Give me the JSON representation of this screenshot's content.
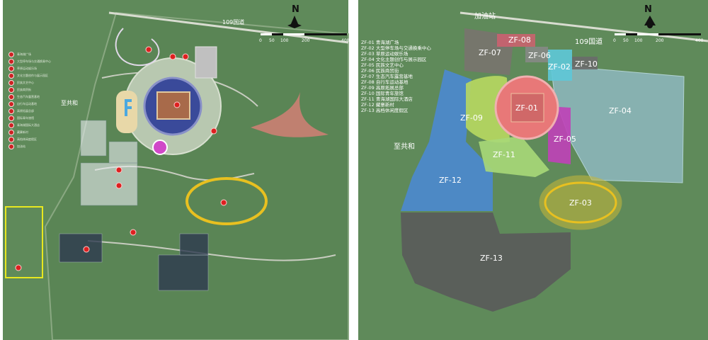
{
  "left_map": {
    "road_label": "109国道",
    "direction_label": "至共和",
    "north_label": "N",
    "scale_ticks": [
      "0",
      "50",
      "100",
      "200",
      "400"
    ],
    "legend_items": [
      "青海湖广场",
      "大型停车场与交通换乘中心",
      "草原运动娱乐场",
      "文化主题创作与展示园区",
      "民族文艺中心",
      "民族商贸街",
      "生态汽车露营基地",
      "自行车运动基地",
      "高原拓展总部",
      "国际青年旅馆",
      "青海湖国际大酒店",
      "藏寨新村",
      "高档休闲度假区",
      "加油站"
    ]
  },
  "right_map": {
    "gas_station_label": "加油站",
    "road_label": "109国道",
    "direction_label": "至共和",
    "north_label": "N",
    "scale_ticks": [
      "0",
      "50",
      "100",
      "200",
      "400"
    ],
    "zones": [
      {
        "code": "ZF-01",
        "name": "青海湖广场",
        "color": "#e87878"
      },
      {
        "code": "ZF-02",
        "name": "大型停车场与交通换乘中心",
        "color": "#5ec8d8"
      },
      {
        "code": "ZF-03",
        "name": "草原运动娱乐场",
        "color": "#c8b83a"
      },
      {
        "code": "ZF-04",
        "name": "文化主题创作与展示园区",
        "color": "#8fc0c8"
      },
      {
        "code": "ZF-05",
        "name": "民族文艺中心",
        "color": "#c040b8"
      },
      {
        "code": "ZF-06",
        "name": "民族商贸街",
        "color": "#888888"
      },
      {
        "code": "ZF-07",
        "name": "生态汽车露营基地",
        "color": "#9a8a8a"
      },
      {
        "code": "ZF-08",
        "name": "自行车运动基地",
        "color": "#d06070"
      },
      {
        "code": "ZF-09",
        "name": "高原拓展总部",
        "color": "#b8d860"
      },
      {
        "code": "ZF-10",
        "name": "国际青年旅馆",
        "color": "#6a6a6a"
      },
      {
        "code": "ZF-11",
        "name": "青海湖国际大酒店",
        "color": "#a8d878"
      },
      {
        "code": "ZF-12",
        "name": "藏寨新村",
        "color": "#4a88d8"
      },
      {
        "code": "ZF-13",
        "name": "高档休闲度假区",
        "color": "#5a5a5a"
      }
    ]
  }
}
